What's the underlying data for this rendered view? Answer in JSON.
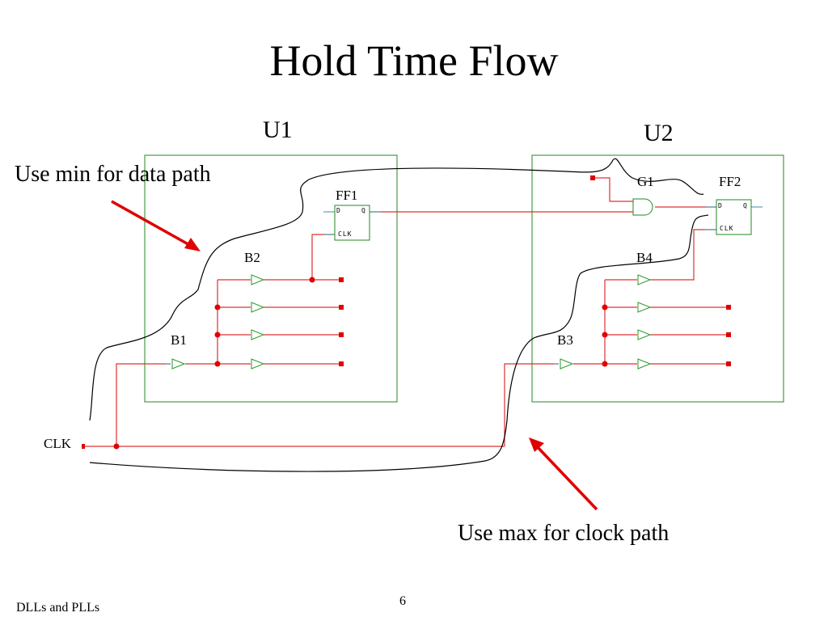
{
  "title": "Hold Time Flow",
  "units": {
    "u1": "U1",
    "u2": "U2"
  },
  "callouts": {
    "data_path": "Use min for data path",
    "clock_path": "Use max for clock path"
  },
  "components": {
    "ff1": "FF1",
    "ff2": "FF2",
    "g1": "G1",
    "b1": "B1",
    "b2": "B2",
    "b3": "B3",
    "b4": "B4",
    "clk": "CLK"
  },
  "pins": {
    "d": "D",
    "q": "Q",
    "clk": "CLK"
  },
  "footer": {
    "left": "DLLs and PLLs",
    "page_number": "6"
  },
  "colors": {
    "unit_border": "#1f8a1f",
    "wire": "#e03030",
    "node": "#e00000",
    "buffer": "#2a9a2a",
    "arrow": "#e00000",
    "path_curve": "#000000"
  }
}
